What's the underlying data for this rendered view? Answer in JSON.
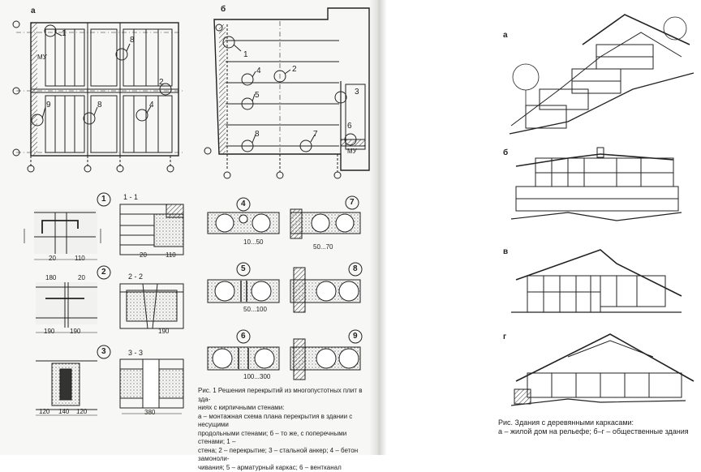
{
  "figure1": {
    "panel_a": "а",
    "panel_b": "б",
    "plan_a_labels": [
      "1",
      "8",
      "2",
      "9",
      "8",
      "4"
    ],
    "plan_a_mu": "МУ",
    "plan_b_labels": [
      "1",
      "4",
      "2",
      "5",
      "3",
      "8",
      "7",
      "6"
    ],
    "plan_b_mu": "МУ",
    "detail_numbers": [
      "1",
      "2",
      "3",
      "4",
      "5",
      "6",
      "7",
      "8",
      "9"
    ],
    "section_labels": [
      "1 - 1",
      "2 - 2",
      "3 - 3"
    ],
    "dims": {
      "d1": [
        "20",
        "110",
        "20",
        "110"
      ],
      "d2": [
        "180",
        "20",
        "190",
        "190",
        "190"
      ],
      "d3": [
        "120",
        "140",
        "120",
        "380"
      ],
      "d4": "10...50",
      "d5": "50...100",
      "d6": "100...300",
      "d7": "50...70"
    },
    "caption_title": "Рис. 1",
    "caption_lines": [
      "Рис. 1         Решения перекрытий из многопустотных плит в зда-",
      "ниях с кирпичными стенами:",
      "а – монтажная схема плана перекрытия в здании с несущими",
      "продольными стенами; б – то же, с поперечными стенами; 1 –",
      "стена; 2 – перекрытие; 3 – стальной анкер; 4 – бетон замоноли-",
      "чивания; 5 – арматурный каркас; 6 – вентканал"
    ]
  },
  "figure2": {
    "panels": [
      "а",
      "б",
      "в",
      "г"
    ],
    "caption_lines": [
      "Рис.          Здания с деревянными каркасами:",
      "а – жилой дом на рельефе; б–г – общественные здания"
    ]
  }
}
